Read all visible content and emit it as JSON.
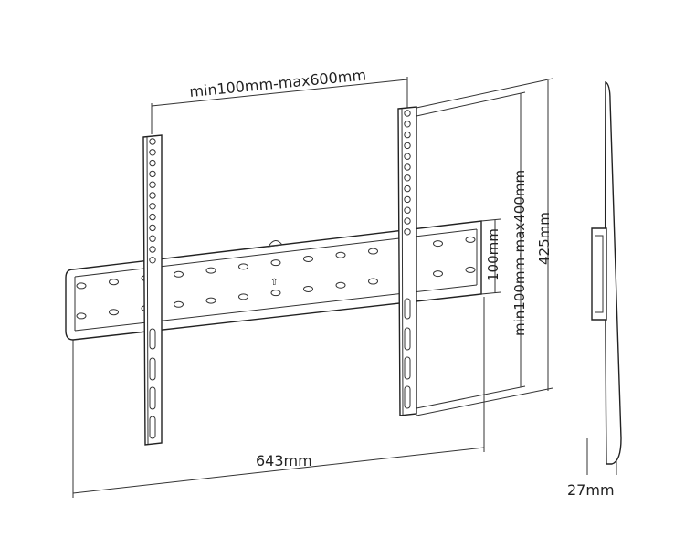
{
  "diagram": {
    "subject": "tv-wall-mount-bracket",
    "dimensions": {
      "vesa_horizontal": "min100mm-max600mm",
      "rail_height": "100mm",
      "vesa_vertical": "min100mm-max400mm",
      "total_height": "425mm",
      "total_width": "643mm",
      "depth": "27mm"
    }
  }
}
